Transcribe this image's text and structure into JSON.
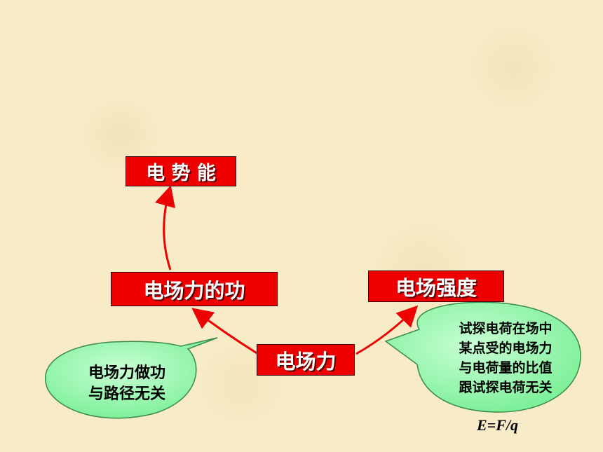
{
  "nodes": {
    "potential_energy": "电 势 能",
    "field_force_work": "电场力的功",
    "field_strength": "电场强度",
    "field_force": "电场力"
  },
  "callouts": {
    "work_path": [
      "电场力做功",
      "与路径无关"
    ],
    "field_definition": [
      "试探电荷在场中",
      "某点受的电场力",
      "与电荷量的比值",
      "跟试探电荷无关"
    ]
  },
  "formula": "E=F/q",
  "colors": {
    "box_fill": "#ee0000",
    "arrow": "#ee0000",
    "bubble_fill": "#99ffb0",
    "background": "#f7ecc7"
  }
}
